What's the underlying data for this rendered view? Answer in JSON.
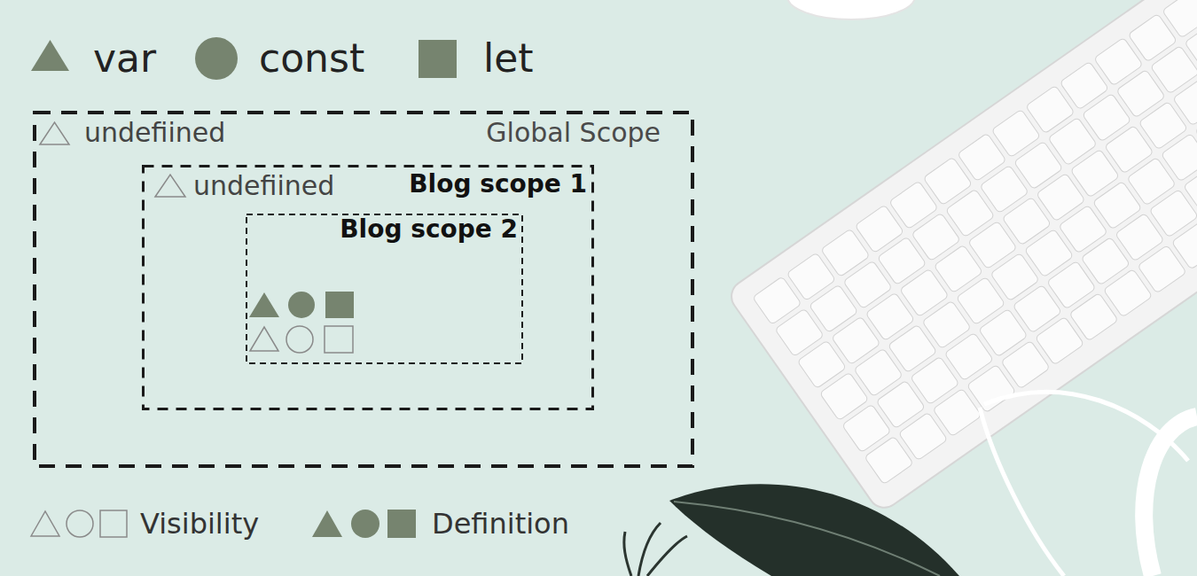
{
  "diagram": {
    "nodes": [
      {
        "text": [
          "undefiined",
          "Global Scope"
        ]
      },
      {
        "text": [
          "undefiined",
          "Blog scope 1"
        ],
        "in": 0
      },
      {
        "text": [
          "Blog scope 2"
        ],
        "in": 1
      }
    ],
    "legend": [
      {
        "text": "var"
      },
      {
        "text": "const"
      },
      {
        "text": "let"
      },
      {
        "text": "Visibility"
      },
      {
        "text": "Definition"
      }
    ]
  }
}
